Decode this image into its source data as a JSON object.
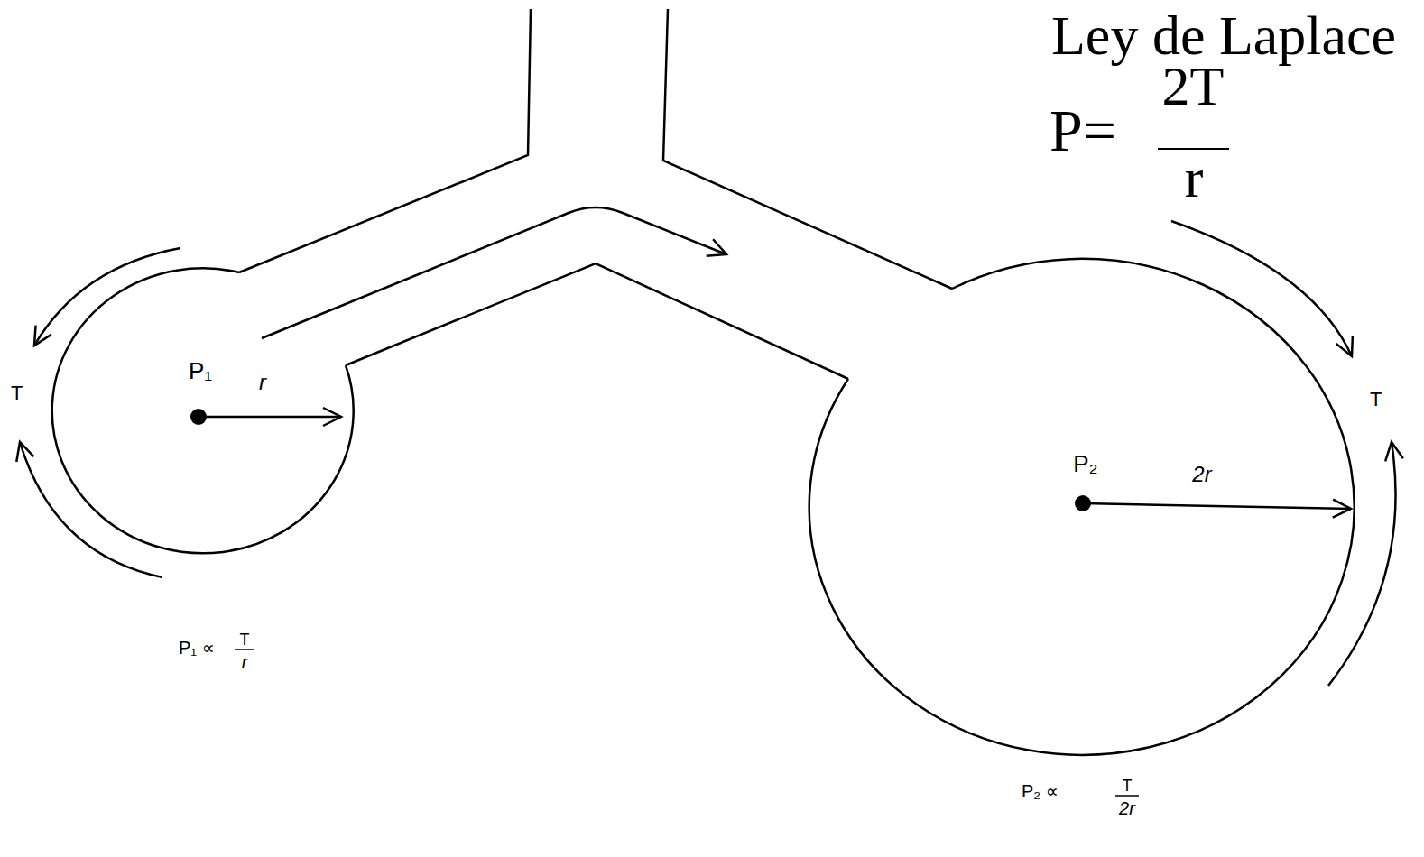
{
  "diagram": {
    "title": "Ley de Laplace",
    "nodes": [
      {
        "text": [
          "P₁",
          "r"
        ]
      },
      {
        "text": [
          "P₂",
          "2r"
        ]
      }
    ],
    "labels": [
      "P=",
      "2T",
      "r",
      "T",
      "T",
      "P₁ ∝",
      "T",
      "r",
      "P₂ ∝",
      "T",
      "2r"
    ]
  }
}
